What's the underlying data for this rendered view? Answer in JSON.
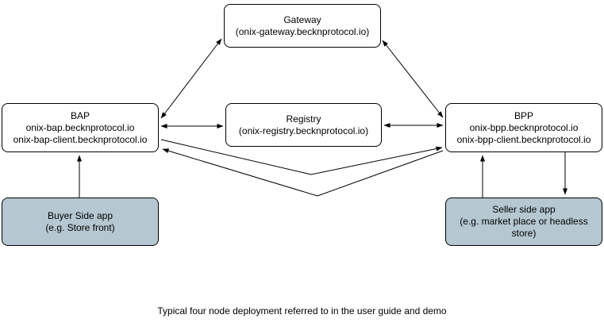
{
  "diagram": {
    "nodes": {
      "gateway": {
        "title": "Gateway",
        "subtitle": "(onix-gateway.becknprotocol.io)"
      },
      "bap": {
        "title": "BAP",
        "line1": "onix-bap.becknprotocol.io",
        "line2": "onix-bap-client.becknprotocol.io"
      },
      "registry": {
        "title": "Registry",
        "subtitle": "(onix-registry.becknprotocol.io)"
      },
      "bpp": {
        "title": "BPP",
        "line1": "onix-bpp.becknprotocol.io",
        "line2": "onix-bpp-client.becknprotocol.io"
      },
      "buyer_app": {
        "title": "Buyer Side app",
        "subtitle": "(e.g. Store front)"
      },
      "seller_app": {
        "title": "Seller side app",
        "subtitle": "(e.g. market place or headless store)"
      }
    },
    "caption": "Typical four node deployment referred to in the user guide and demo",
    "colors": {
      "node_fill": "#ffffff",
      "node_border": "#000000",
      "app_fill": "#b5c7d1",
      "arrow": "#000000"
    }
  }
}
